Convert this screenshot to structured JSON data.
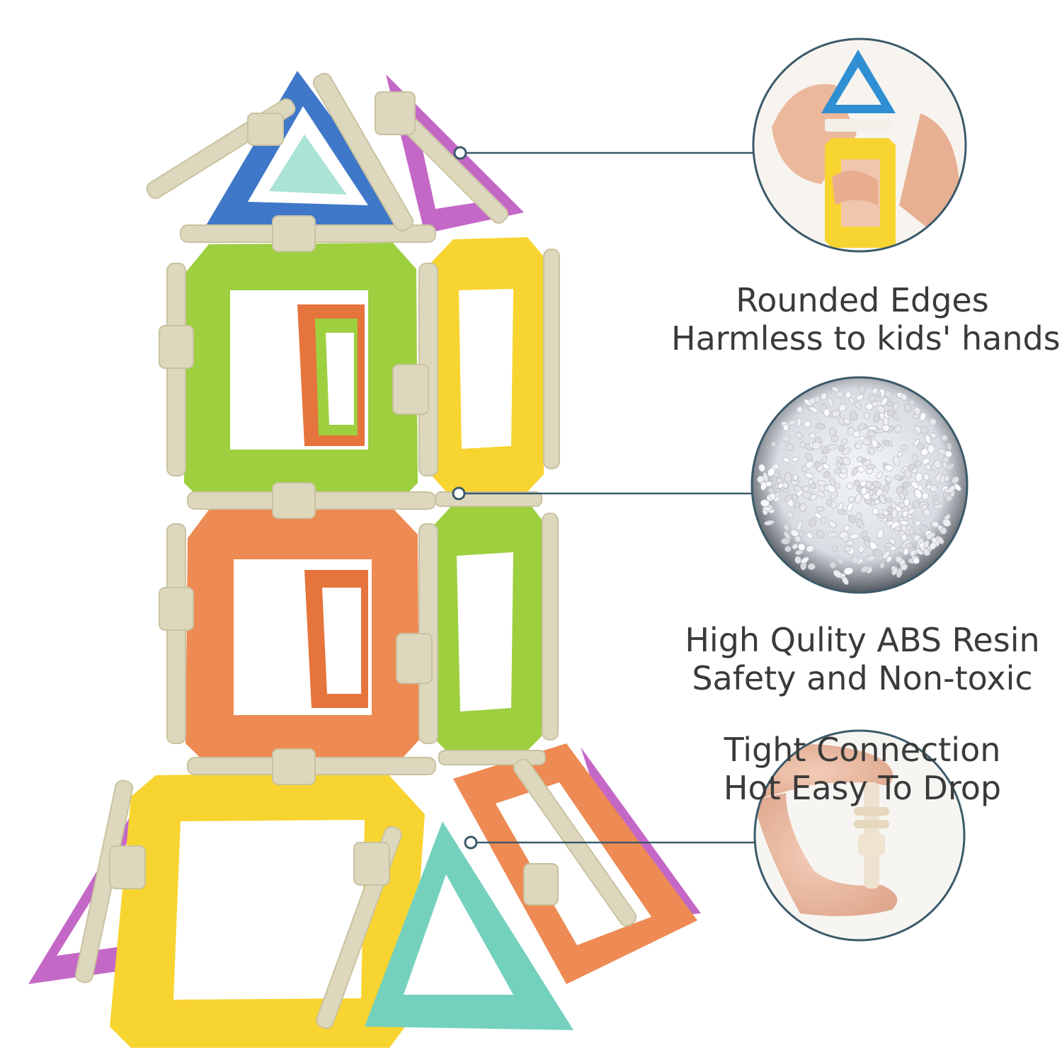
{
  "features": [
    {
      "title": "Rounded Edges",
      "subtitle": "Harmless to kids' hands",
      "icon": "hand-holding-blocks-icon"
    },
    {
      "title": "High Qulity ABS Resin",
      "subtitle": "Safety and Non-toxic",
      "icon": "resin-pellets-icon"
    },
    {
      "title": "Tight Connection",
      "subtitle": "Hot Easy To Drop",
      "icon": "finger-holding-connector-icon"
    }
  ],
  "colors": {
    "callout_line": "#3c5a6a",
    "text": "#3a3a3a",
    "connector": "#ddd8bd",
    "green": "#9dcf3f",
    "yellow": "#f8d431",
    "orange": "#ee8a53",
    "blue": "#3f78c9",
    "purple": "#c468c7",
    "teal": "#74d1bd"
  }
}
